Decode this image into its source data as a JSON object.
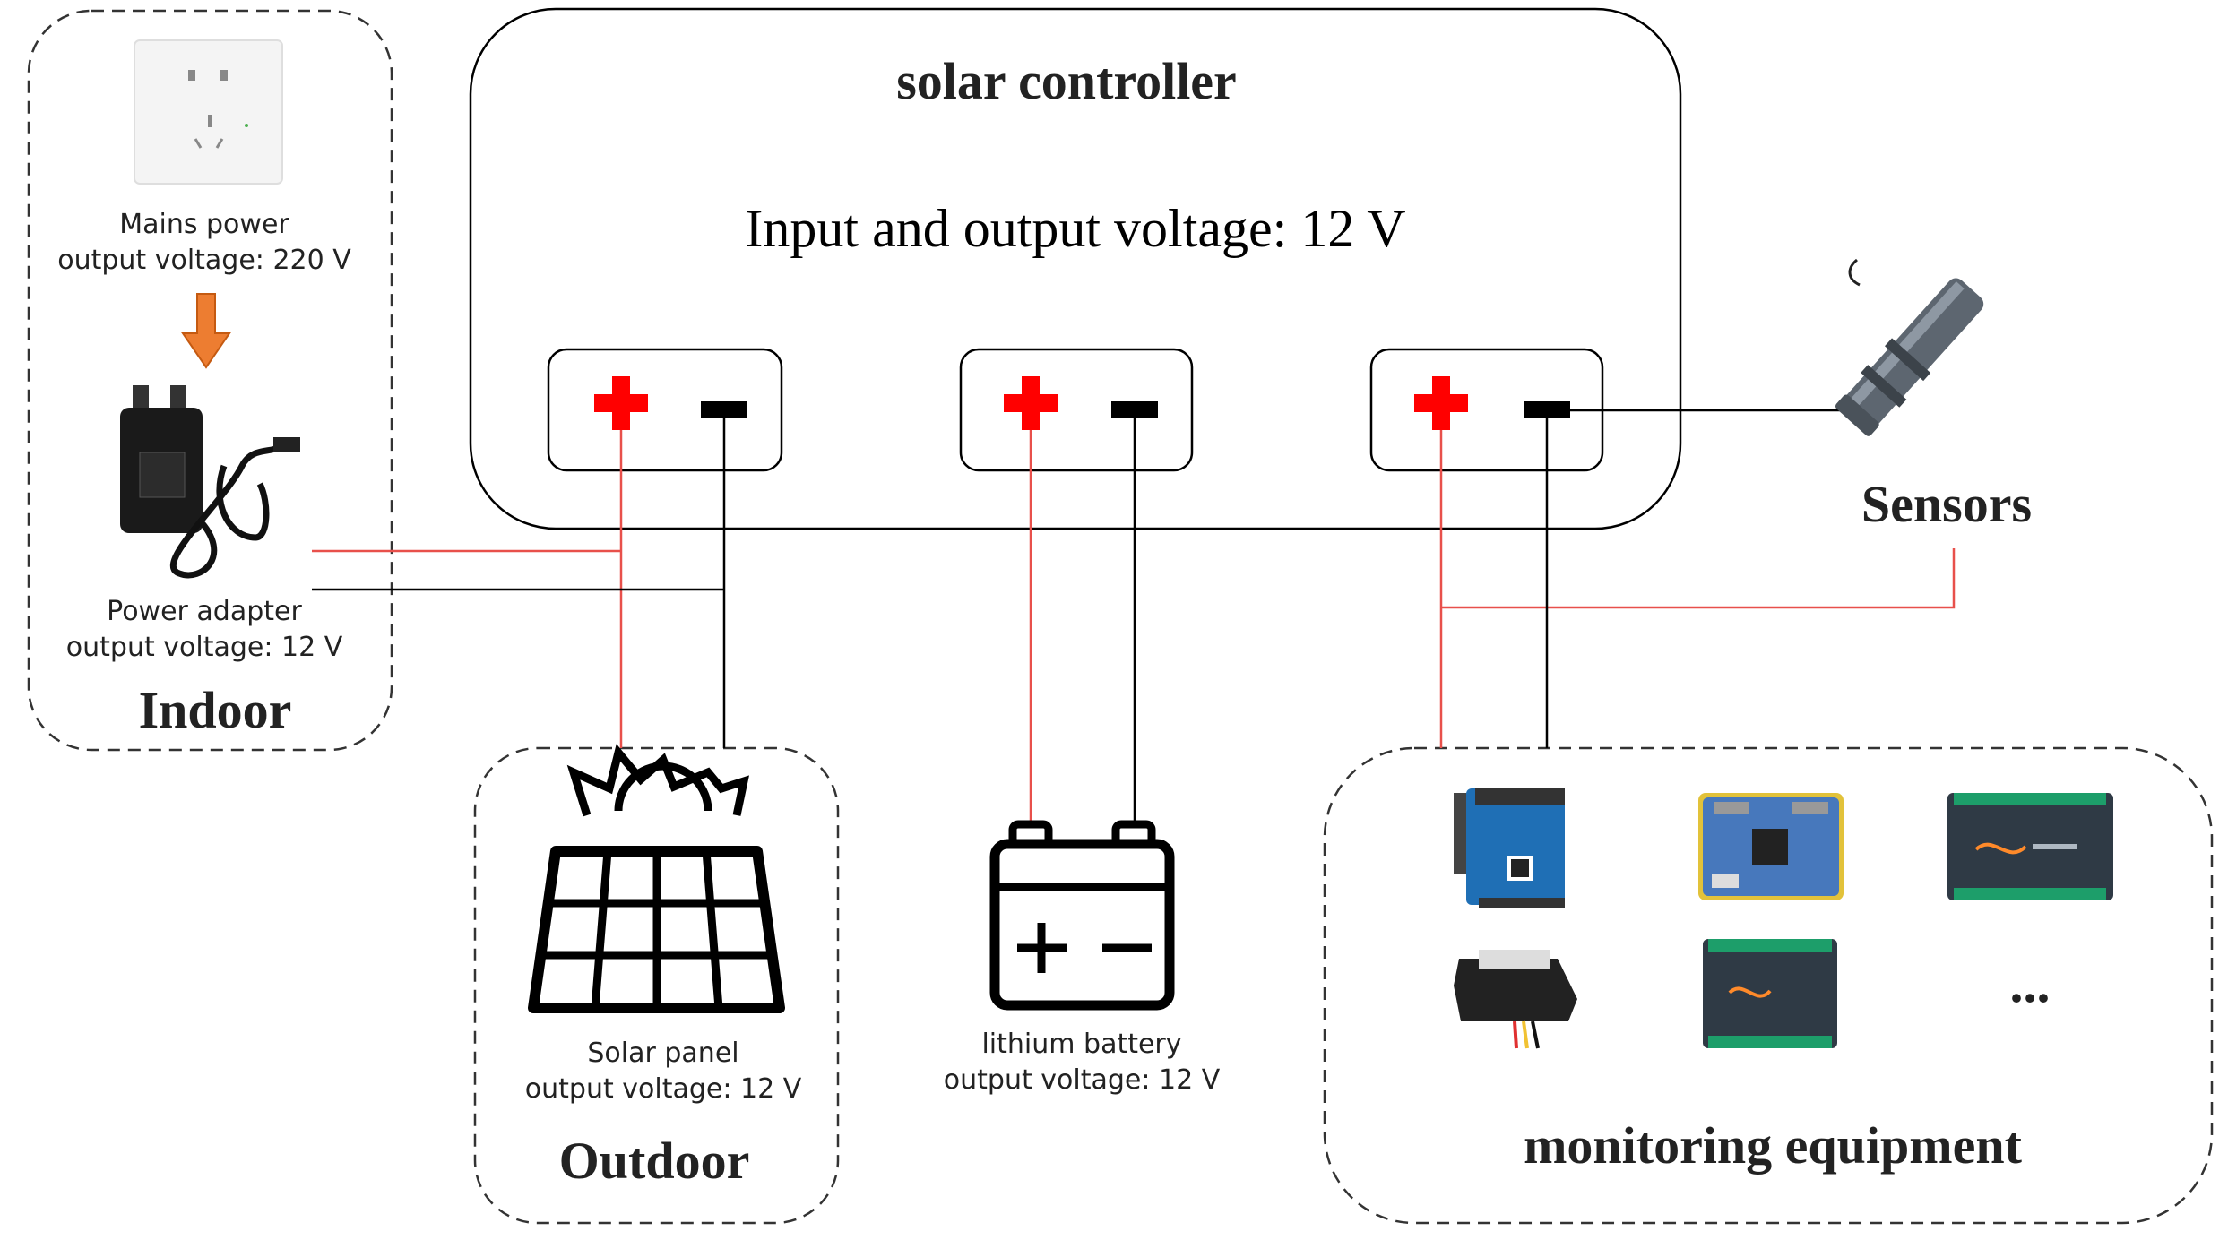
{
  "controller": {
    "title": "solar controller",
    "voltage_text": "Input and output voltage: 12 V"
  },
  "indoor": {
    "group_label": "Indoor",
    "mains_line1": "Mains power",
    "mains_line2": "output voltage: 220 V",
    "adapter_line1": "Power adapter",
    "adapter_line2": "output voltage: 12 V"
  },
  "outdoor": {
    "group_label": "Outdoor",
    "panel_line1": "Solar panel",
    "panel_line2": "output voltage: 12 V"
  },
  "battery": {
    "line1": "lithium battery",
    "line2": "output voltage: 12 V"
  },
  "sensors": {
    "label": "Sensors"
  },
  "monitoring": {
    "group_label": "monitoring equipment",
    "more_text": "..."
  },
  "colors": {
    "positive_wire": "#e8504b",
    "negative_wire": "#000000",
    "plus_terminal": "#ff0000",
    "arrow": "#ed7d31"
  }
}
